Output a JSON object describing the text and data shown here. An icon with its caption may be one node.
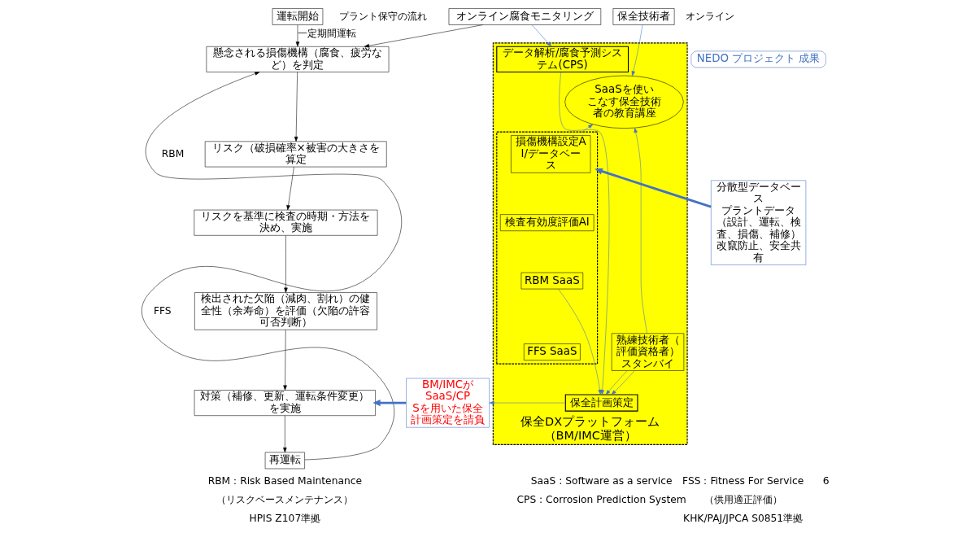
{
  "diagram": {
    "nodes": [
      {
        "text": [
          "運転開始"
        ]
      },
      {
        "text": [
          "オンライン腐食モニタリング"
        ]
      },
      {
        "text": [
          "懸念される損傷機構（腐食、疲労など）を判定"
        ]
      },
      {
        "text": [
          "リスク（破損確率×被害の大きさを算定"
        ]
      },
      {
        "text": [
          "リスクを基準に検査の時期・方法を決め、実施"
        ]
      },
      {
        "text": [
          "検出された欠陥（減肉、割れ）の健全性（余寿命）を評価（欠陥の許容可否判断）"
        ]
      },
      {
        "text": [
          "対策（補修、更新、運転条件変更）を実施"
        ]
      },
      {
        "text": [
          "再運転"
        ]
      },
      {
        "text": [
          "NEDO プロジェクト 成果"
        ]
      },
      {
        "text": [
          "分散型データベース",
          "プラントデータ",
          "（設計、運転、検査、損傷、補修）",
          "改竄防止、安全共有"
        ]
      },
      {
        "text": [
          "保全DXプラットフォーム",
          "（BM/IMC運営）"
        ]
      },
      {
        "text": [
          "データ解析/腐食予測システム(CPS)"
        ],
        "in": 10
      },
      {
        "text": [],
        "shape": "box",
        "in": 10
      },
      {
        "text": [
          "損傷機構設定AI/データベース"
        ],
        "in": 12
      },
      {
        "text": [
          "検査有効度評価AI"
        ],
        "in": 12
      },
      {
        "text": [
          "RBM SaaS"
        ],
        "in": 12
      },
      {
        "text": [
          "FFS SaaS"
        ],
        "in": 12
      },
      {
        "text": [
          "SaaSを使いこなす保全技術者の教育講座"
        ],
        "in": 10
      },
      {
        "text": [
          "熟練技術者（評価資格者）スタンバイ"
        ],
        "in": 10
      },
      {
        "text": [
          "保全計画策定"
        ],
        "in": 10
      },
      {
        "text": [
          "保全技術者"
        ]
      },
      {
        "text": [
          "BM/IMCがSaaS/CPSを用いた保全計画策定を請負"
        ]
      }
    ],
    "edges": [
      {
        "from": 0,
        "to": 2,
        "arrow": "to",
        "label": "一定期間運転",
        "color": "#000000"
      },
      {
        "from": 1,
        "to": 2,
        "arrow": "to",
        "color": "#000000"
      },
      {
        "from": 7,
        "to": 2,
        "arrow": "to",
        "color": "#000000"
      },
      {
        "from": 2,
        "to": 3,
        "arrow": "to",
        "color": "#000000"
      },
      {
        "from": 3,
        "to": 4,
        "arrow": "to",
        "color": "#000000"
      },
      {
        "from": 4,
        "to": 5,
        "arrow": "to",
        "color": "#000000"
      },
      {
        "from": 5,
        "to": 6,
        "arrow": "to",
        "color": "#000000"
      },
      {
        "from": 6,
        "to": 7,
        "arrow": "to",
        "color": "#000000"
      },
      {
        "from": 1,
        "to": 11,
        "arrow": "to"
      },
      {
        "from": 9,
        "to": 12,
        "arrow": "to",
        "style": "thick"
      },
      {
        "from": 12,
        "to": 17,
        "arrow": "to"
      },
      {
        "from": 20,
        "to": 17,
        "arrow": "to"
      },
      {
        "from": 18,
        "to": 17,
        "arrow": "to"
      },
      {
        "from": 15,
        "to": 19,
        "arrow": "to"
      },
      {
        "from": 11,
        "to": 19,
        "arrow": "to"
      },
      {
        "from": 18,
        "to": 19,
        "arrow": "to"
      },
      {
        "from": 18,
        "to": 19,
        "arrow": "to"
      },
      {
        "from": 19,
        "to": 21,
        "arrow": "to"
      },
      {
        "from": 21,
        "to": 6,
        "arrow": "to",
        "style": "thick"
      }
    ],
    "labels": [
      "プラント保守の流れ",
      "RBM",
      "FFS",
      "オンライン",
      "RBM：Risk Based Maintenance",
      "（リスクベースメンテナンス）",
      "HPIS Z107準拠",
      "FSS：Fitness For Service",
      "（供用適正評価）",
      "KHK/PAJ/JPCA S0851準拠",
      "SaaS : Software as a service",
      "CPS : Corrosion Prediction System",
      "6"
    ]
  }
}
